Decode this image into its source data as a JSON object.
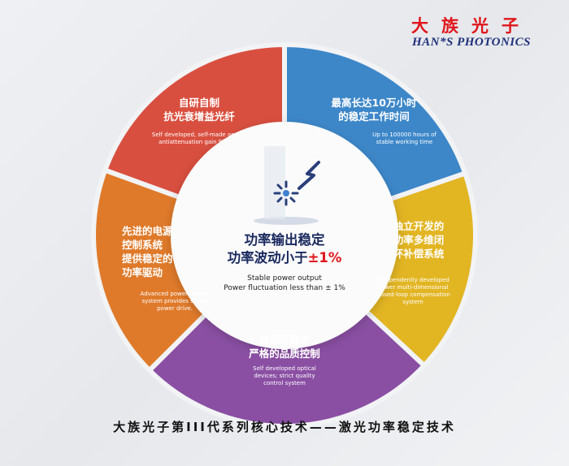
{
  "logo": {
    "cn": "大族光子",
    "en": "HAN*S PHOTONICS"
  },
  "segments": [
    {
      "key": "fiber",
      "title_lines": [
        "自研自制",
        "抗光衰增益光纤"
      ],
      "subtitle": "Self developed, self-made and antiattenuation gain fiber",
      "color": "#d94f3f"
    },
    {
      "key": "lifetime",
      "title_lines": [
        "最高长达10万小时",
        "的稳定工作时间"
      ],
      "subtitle": "Up to 100000 hours of stable working time",
      "color": "#3d87c9"
    },
    {
      "key": "closed-loop",
      "title_lines": [
        "独立开发的",
        "功率多维闭",
        "环补偿系统"
      ],
      "subtitle": "Independently developed power multi-dimensional closed-loop compensation system",
      "color": "#e2b523"
    },
    {
      "key": "optical",
      "title_lines": [
        "自研光器件",
        "严格的品质控制"
      ],
      "subtitle": "Self developed optical devices; strict quality control system",
      "color": "#8a4fa3"
    },
    {
      "key": "power",
      "title_lines": [
        "先进的电源",
        "控制系统",
        "提供稳定的",
        "功率驱动"
      ],
      "subtitle": "Advanced power control system provides stable power drive.",
      "color": "#df7a2a"
    }
  ],
  "center": {
    "line1": "功率输出稳定",
    "line2_prefix": "功率波动小于",
    "line2_value": "±1%",
    "en1": "Stable power output",
    "en2": "Power fluctuation less than ± 1%"
  },
  "footer": "大族光子第III代系列核心技术——激光功率稳定技术"
}
